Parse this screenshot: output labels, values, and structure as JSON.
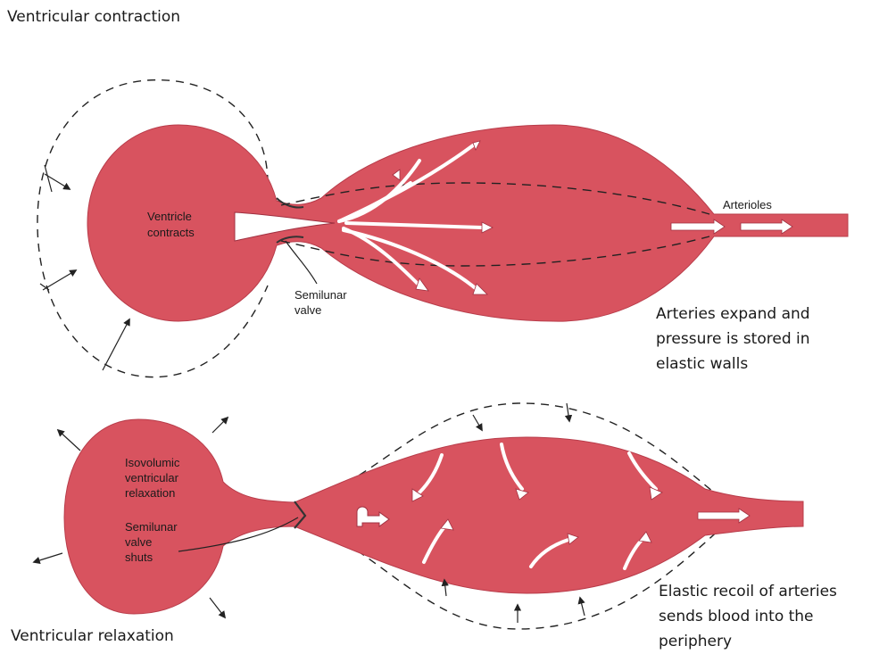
{
  "colors": {
    "vessel_fill": "#d8535f",
    "vessel_edge": "#b83c4a",
    "flow_arrow_fill": "#ffffff",
    "flow_arrow_edge": "#a03040",
    "dashed_outline": "#222222",
    "text": "#1a1a1a"
  },
  "contraction": {
    "title": "Ventricular contraction",
    "ventricle_label": [
      "Ventricle",
      "contracts"
    ],
    "valve_label": [
      "Semilunar",
      "valve"
    ],
    "arterioles_label": "Arterioles",
    "caption": [
      "Arteries expand and",
      "pressure is stored in",
      "elastic walls"
    ]
  },
  "relaxation": {
    "title": "Ventricular relaxation",
    "ventricle_label": [
      "Isovolumic",
      "ventricular",
      "relaxation"
    ],
    "valve_label": [
      "Semilunar",
      "valve",
      "shuts"
    ],
    "caption": [
      "Elastic recoil of arteries",
      "sends blood into the",
      "periphery"
    ]
  },
  "icons": {
    "flow_arrow": "hollow-flow-arrow-icon",
    "pressure_arrow": "thin-pressure-arrow-icon",
    "u_turn_arrow": "u-turn-arrow-icon"
  }
}
